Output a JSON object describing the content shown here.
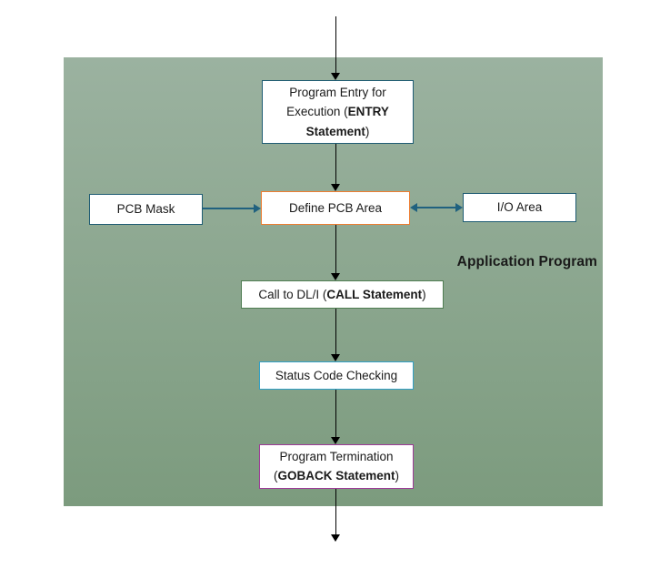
{
  "diagram": {
    "title_label": "Application Program",
    "boxes": [
      {
        "id": "entry",
        "prefix": "Program Entry for Execution (",
        "bold": "ENTRY Statement",
        "suffix": ")",
        "border_color": "#1f5c73"
      },
      {
        "id": "pcb-mask",
        "label": "PCB Mask",
        "border_color": "#1f5c73"
      },
      {
        "id": "define-pcb",
        "label": "Define PCB Area",
        "border_color": "#ed7d31"
      },
      {
        "id": "io-area",
        "label": "I/O Area",
        "border_color": "#1f5c73"
      },
      {
        "id": "call",
        "prefix": "Call to DL/I (",
        "bold": "CALL Statement",
        "suffix": ")",
        "border_color": "#4f7d52"
      },
      {
        "id": "status",
        "label": "Status Code Checking",
        "border_color": "#31a0c6"
      },
      {
        "id": "termination",
        "prefix": "Program Termination (",
        "bold": "GOBACK Statement",
        "suffix": ")",
        "border_color": "#9e3a97"
      }
    ],
    "icons": {
      "flow_arrow": "arrow-down",
      "connector_single": "arrow-right",
      "connector_double": "arrow-left-right"
    },
    "colors": {
      "panel_top": "#9bb2a0",
      "panel_bottom": "#7c9b7e",
      "box_fill": "#ffffff",
      "flow_arrow": "#000000",
      "connector_arrow": "#20617f",
      "text": "#1a1a1a"
    }
  }
}
